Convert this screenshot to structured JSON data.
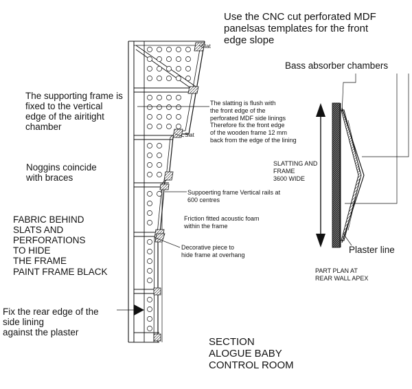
{
  "labels": {
    "cnc_note": "Use the CNC cut perforated MDF\npanelsas templates for the front\nedge slope",
    "bass_absorber": "Bass absorber chambers",
    "slat_top": "Slat",
    "slat_mid": "Slat",
    "supporting_frame": "The supporting frame is\nfixed to the vertical\nedge of the airitight\nchamber",
    "slatting_flush": "The slatting is flush with\nthe front edge of the\nperforated MDF side linings\nTherefore fix the front edge\nof the wooden frame 12 mm\nback from the edge of the lining",
    "noggins": "Noggins coincide\n with braces",
    "slatting_frame": "SLATTING AND\nFRAME\n3600 WIDE",
    "supporting_rails": "Suppoerting frame Vertical rails at\n600 centres",
    "friction_foam": "Friction fitted acoustic foam\nwithin the frame",
    "fabric_behind": "FABRIC BEHIND\nSLATS AND\nPERFORATIONS\nTO HIDE\n THE FRAME\nPAINT FRAME BLACK",
    "decorative_piece": "Decorative piece to\nhide frame at overhang",
    "plaster_line": "Plaster line",
    "part_plan": "PART PLAN AT\nREAR WALL  APEX",
    "fix_rear_edge": "Fix the rear edge  of the\nside lining\nagainst the plaster",
    "section_title": "SECTION\nALOGUE BABY\nCONTROL ROOM"
  }
}
